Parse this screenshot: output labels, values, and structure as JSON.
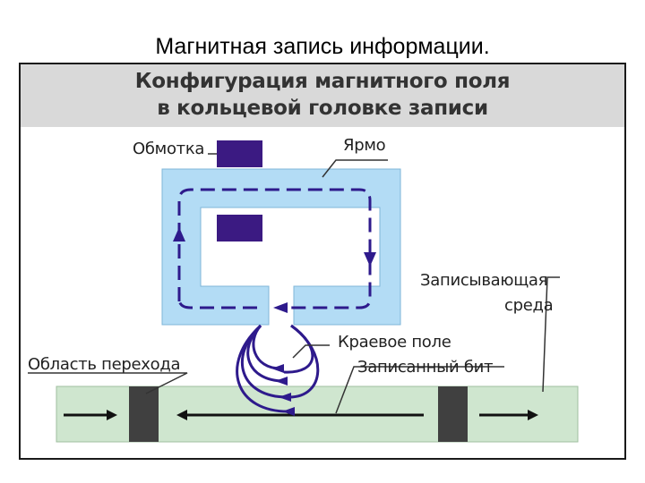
{
  "slide_title": "Магнитная запись информации.",
  "figure": {
    "title_line1": "Конфигурация магнитного поля",
    "title_line2": "в кольцевой головке записи",
    "labels": {
      "winding": "Обмотка",
      "yoke": "Ярмо",
      "recording_medium_line1": "Записывающая",
      "recording_medium_line2": "среда",
      "fringe_field": "Краевое поле",
      "transition_region": "Область перехода",
      "recorded_bit": "Записанный бит"
    },
    "colors": {
      "yoke": "#b3dcf5",
      "winding": "#3b1a82",
      "field_lines": "#2e1a8c",
      "medium": "#cfe6cf",
      "transition": "#404040",
      "header": "#d9d9d9"
    }
  }
}
